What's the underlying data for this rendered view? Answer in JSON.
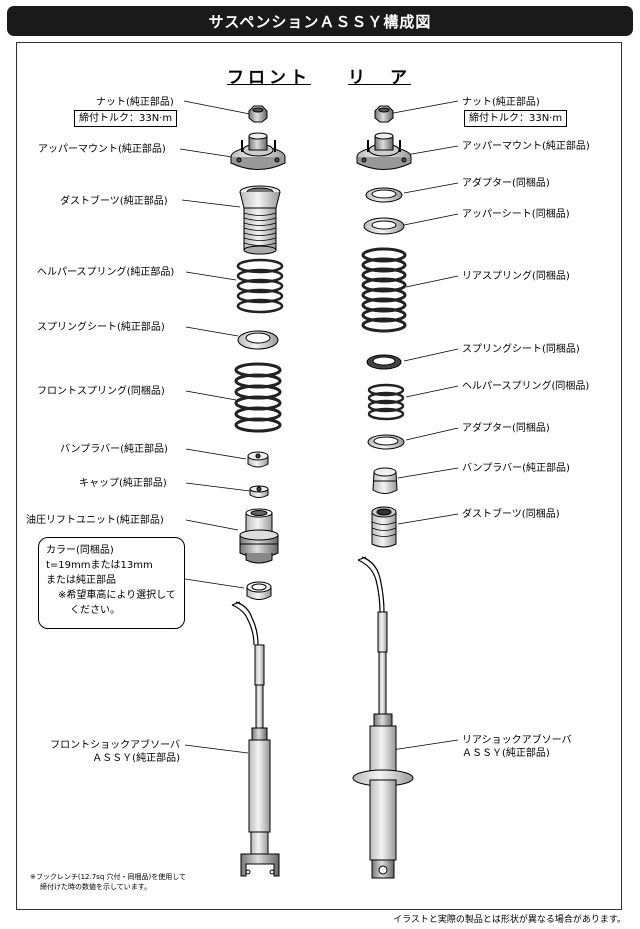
{
  "title": "サスペンションＡＳＳＹ構成図",
  "front": {
    "heading": "フロント",
    "labels": {
      "nut": "ナット(純正部品)",
      "torque": "締付トルク：33N·m",
      "upper_mount": "アッパーマウント(純正部品)",
      "dust_boot": "ダストブーツ(純正部品)",
      "helper_spring": "ヘルパースプリング(純正部品)",
      "spring_seat": "スプリングシート(純正部品)",
      "main_spring": "フロントスプリング(同梱品)",
      "bump_rubber": "バンプラバー(純正部品)",
      "cap": "キャップ(純正部品)",
      "hydraulic_unit": "油圧リフトユニット(純正部品)",
      "shock_line1": "フロントショックアブソーバ",
      "shock_line2": "ＡＳＳＹ(純正部品)"
    },
    "collar_note": [
      "カラー(同梱品)",
      "t=19mmまたは13mm",
      "または純正部品",
      "※希望車高により選択して",
      "ください。"
    ]
  },
  "rear": {
    "heading": "リ　ア",
    "labels": {
      "nut": "ナット(純正部品)",
      "torque": "締付トルク：33N·m",
      "upper_mount": "アッパーマウント(純正部品)",
      "adapter_top": "アダプター(同梱品)",
      "upper_seat": "アッパーシート(同梱品)",
      "main_spring": "リアスプリング(同梱品)",
      "spring_seat": "スプリングシート(同梱品)",
      "helper_spring": "ヘルパースプリング(同梱品)",
      "adapter_bottom": "アダプター(同梱品)",
      "bump_rubber": "バンプラバー(純正部品)",
      "dust_boot": "ダストブーツ(同梱品)",
      "shock_line1": "リアショックアブソーバ",
      "shock_line2": "ＡＳＳＹ(純正部品)"
    }
  },
  "footnote": [
    "※フックレンチ(12.7sq 穴付・同梱品)を使用して",
    "締付けた時の数値を示しています。"
  ],
  "disclaimer": "イラストと実際の製品とは形状が異なる場合があります。"
}
